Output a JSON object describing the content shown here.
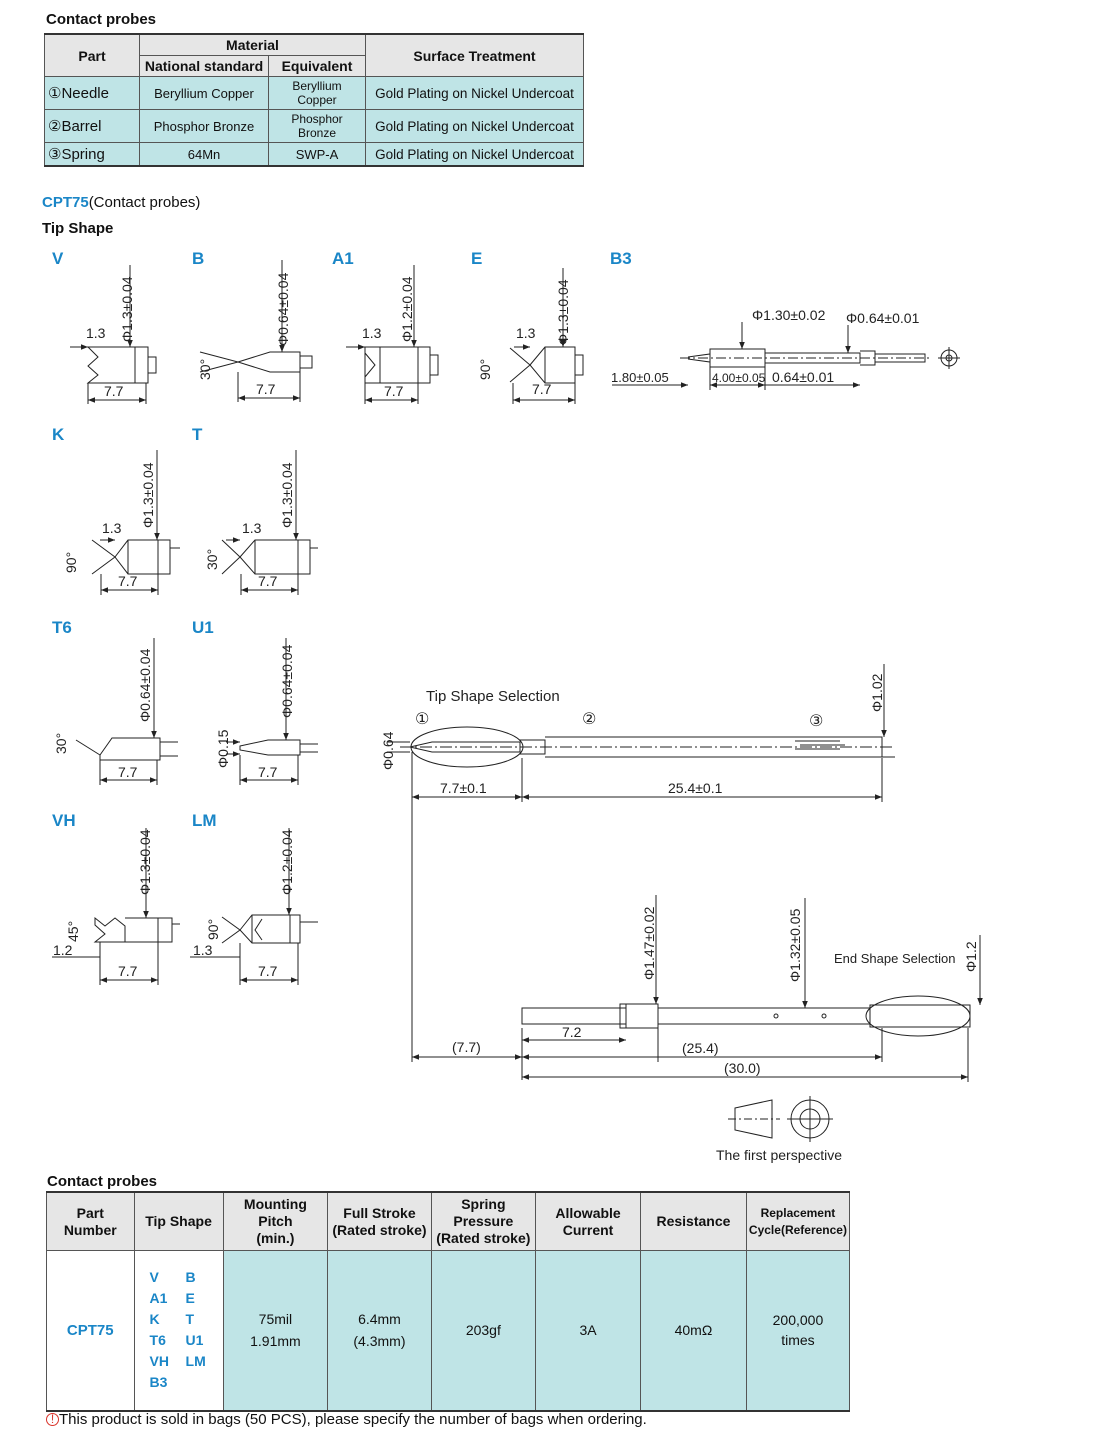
{
  "material_section": {
    "title": "Contact probes",
    "headers": {
      "part": "Part",
      "material": "Material",
      "national_standard": "National standard",
      "equivalent": "Equivalent",
      "surface_treatment": "Surface Treatment"
    },
    "rows": [
      {
        "part": "①Needle",
        "national": "Beryllium Copper",
        "equivalent": "Beryllium Copper",
        "surface": "Gold Plating on Nickel Undercoat"
      },
      {
        "part": "②Barrel",
        "national": "Phosphor Bronze",
        "equivalent": "Phosphor Bronze",
        "surface": "Gold Plating on Nickel Undercoat"
      },
      {
        "part": "③Spring",
        "national": "64Mn",
        "equivalent": "SWP-A",
        "surface": "Gold Plating on Nickel Undercoat"
      }
    ]
  },
  "product": {
    "code": "CPT75",
    "desc": "(Contact probes)",
    "tip_shape_title": "Tip  Shape"
  },
  "tips": {
    "V": {
      "label": "V",
      "dia": "Φ1.3±0.04",
      "len": "7.7",
      "w": "1.3",
      "ang": ""
    },
    "B": {
      "label": "B",
      "dia": "Φ0.64±0.04",
      "len": "7.7",
      "w": "",
      "ang": "30°"
    },
    "A1": {
      "label": "A1",
      "dia": "Φ1.2±0.04",
      "len": "7.7",
      "w": "1.3",
      "ang": ""
    },
    "E": {
      "label": "E",
      "dia": "Φ1.3±0.04",
      "len": "7.7",
      "w": "1.3",
      "ang": "90°"
    },
    "K": {
      "label": "K",
      "dia": "Φ1.3±0.04",
      "len": "7.7",
      "w": "1.3",
      "ang": "90°"
    },
    "T": {
      "label": "T",
      "dia": "Φ1.3±0.04",
      "len": "7.7",
      "w": "1.3",
      "ang": "30°"
    },
    "T6": {
      "label": "T6",
      "dia": "Φ0.64±0.04",
      "len": "7.7",
      "w": "",
      "ang": "30°"
    },
    "U1": {
      "label": "U1",
      "dia": "Φ0.64±0.04",
      "len": "7.7",
      "w": "Φ0.15",
      "ang": ""
    },
    "VH": {
      "label": "VH",
      "dia": "Φ1.3±0.04",
      "len": "7.7",
      "w": "1.2",
      "ang": "45°"
    },
    "LM": {
      "label": "LM",
      "dia": "Φ1.2±0.04",
      "len": "7.7",
      "w": "1.3",
      "ang": "90°"
    }
  },
  "b3": {
    "label": "B3",
    "d1": "Φ1.30±0.02",
    "d2": "Φ0.64±0.01",
    "l1": "1.80±0.05",
    "l2": "4.00±0.05",
    "l3": "0.64±0.01"
  },
  "main_drawing": {
    "tip_selection": "Tip Shape Selection",
    "n1": "①",
    "n2": "②",
    "n3": "③",
    "d_tip": "Φ0.64",
    "d_body": "Φ1.02",
    "len_tip": "7.7±0.1",
    "len_body": "25.4±0.1"
  },
  "barrel_drawing": {
    "d1": "Φ1.47±0.02",
    "d2": "Φ1.32±0.05",
    "d3": "Φ1.2",
    "end_selection": "End Shape Selection",
    "l_tip": "(7.7)",
    "l_seg": "7.2",
    "l_body": "(25.4)",
    "l_total": "(30.0)"
  },
  "perspective": {
    "caption": "The first perspective"
  },
  "spec_section": {
    "title": "Contact probes",
    "headers": {
      "part_number": "Part Number",
      "tip_shape": "Tip  Shape",
      "pitch_1": "Mounting Pitch",
      "pitch_2": "(min.)",
      "stroke_1": "Full Stroke",
      "stroke_2": "(Rated stroke)",
      "pressure_1": "Spring Pressure",
      "pressure_2": "(Rated stroke)",
      "current_1": "Allowable",
      "current_2": "Current",
      "resistance": "Resistance",
      "cycle_1": "Replacement",
      "cycle_2": "Cycle(Reference)"
    },
    "row": {
      "part_number": "CPT75",
      "tips": [
        "V",
        "B",
        "A1",
        "E",
        "K",
        "T",
        "T6",
        "U1",
        "VH",
        "LM",
        "B3"
      ],
      "pitch_1": "75mil",
      "pitch_2": "1.91mm",
      "stroke_1": "6.4mm",
      "stroke_2": "(4.3mm)",
      "pressure": "203gf",
      "current": "3A",
      "resistance": "40mΩ",
      "cycle_1": "200,000",
      "cycle_2": "times"
    }
  },
  "footnote": "This product is sold in bags (50 PCS), please specify the number of bags when ordering."
}
